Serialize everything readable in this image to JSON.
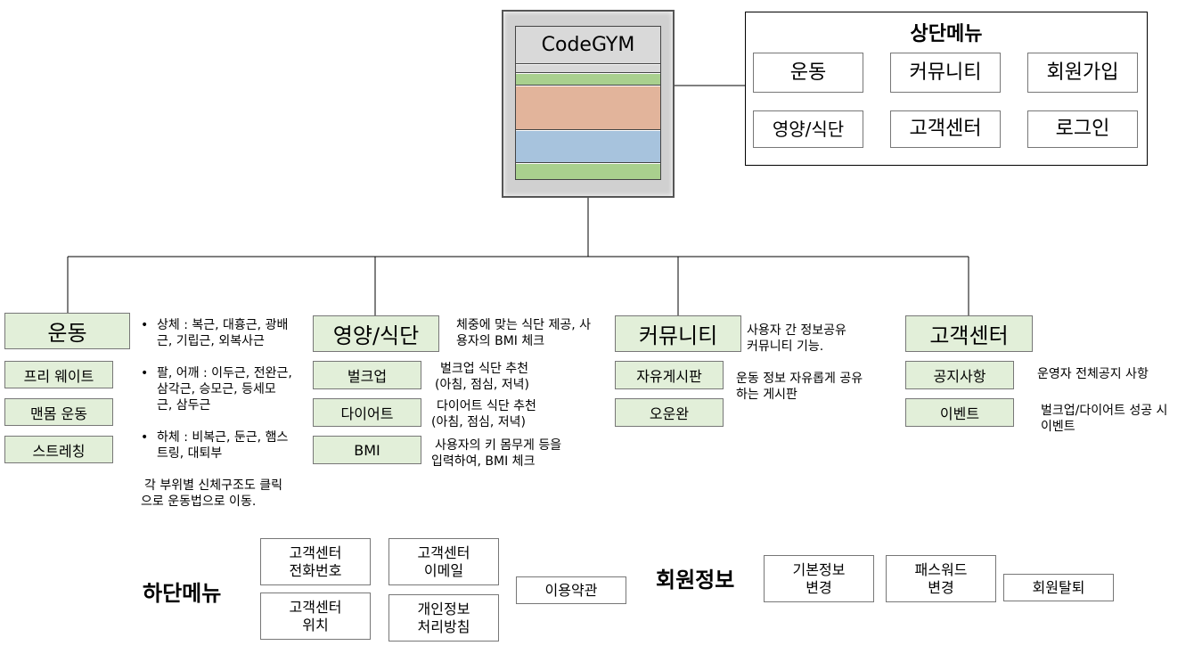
{
  "home": {
    "title": "CodeGYM"
  },
  "top_menu": {
    "title": "상단메뉴",
    "items": [
      "운동",
      "커뮤니티",
      "회원가입",
      "영양/식단",
      "고객센터",
      "로그인"
    ]
  },
  "exercise": {
    "title": "운동",
    "items": [
      "프리 웨이트",
      "맨몸 운동",
      "스트레칭"
    ],
    "notes": [
      [
        "상체 : 복근, 대흉근, 광배",
        "근, 기립근, 외복사근"
      ],
      [
        "팔, 어깨 : 이두근, 전완근,",
        "삼각근, 승모근,  등세모",
        "근, 삼두근"
      ],
      [
        "하체 : 비복근, 둔근, 햄스",
        "트링,  대퇴부"
      ]
    ],
    "footer": [
      "각 부위별 신체구조도 클릭",
      "으로 운동법으로 이동."
    ]
  },
  "nutrition": {
    "title": "영양/식단",
    "desc": [
      "체중에 맞는 식단 제공, 사",
      "용자의 BMI 체크"
    ],
    "items": [
      {
        "label": "벌크업",
        "desc": [
          "벌크업 식단 추천",
          "(아침, 점심, 저녁)"
        ]
      },
      {
        "label": "다이어트",
        "desc": [
          "다이어트 식단 추천",
          "(아침, 점심, 저녁)"
        ]
      },
      {
        "label": "BMI",
        "desc": [
          "사용자의 키 몸무게 등을",
          "입력하여, BMI 체크"
        ]
      }
    ]
  },
  "community": {
    "title": "커뮤니티",
    "desc": [
      "사용자 간 정보공유",
      "커뮤니티 기능."
    ],
    "items": [
      {
        "label": "자유게시판",
        "desc": [
          "운동 정보 자유롭게 공유",
          "하는 게시판"
        ]
      },
      {
        "label": "오운완",
        "desc": []
      }
    ]
  },
  "support": {
    "title": "고객센터",
    "items": [
      {
        "label": "공지사항",
        "desc": [
          "운영자 전체공지 사항"
        ]
      },
      {
        "label": "이벤트",
        "desc": [
          "벌크업/다이어트 성공 시",
          "이벤트"
        ]
      }
    ]
  },
  "bottom_menu": {
    "title": "하단메뉴",
    "items": [
      [
        "고객센터",
        "전화번호"
      ],
      [
        "고객센터",
        "이메일"
      ],
      [
        "고객센터",
        "위치"
      ],
      [
        "개인정보",
        "처리방침"
      ],
      [
        "이용약관"
      ]
    ]
  },
  "member_info": {
    "title": "회원정보",
    "items": [
      [
        "기본정보",
        "변경"
      ],
      [
        "패스워드",
        "변경"
      ],
      [
        "회원탈퇴"
      ]
    ]
  },
  "colors": {
    "green": "#e2efd9",
    "band_green": "#a9d08e",
    "band_orange": "#e2b49b",
    "band_blue": "#a7c3dd",
    "band_gray": "#d9d9d9",
    "frame_gray": "#d0d0d0"
  }
}
